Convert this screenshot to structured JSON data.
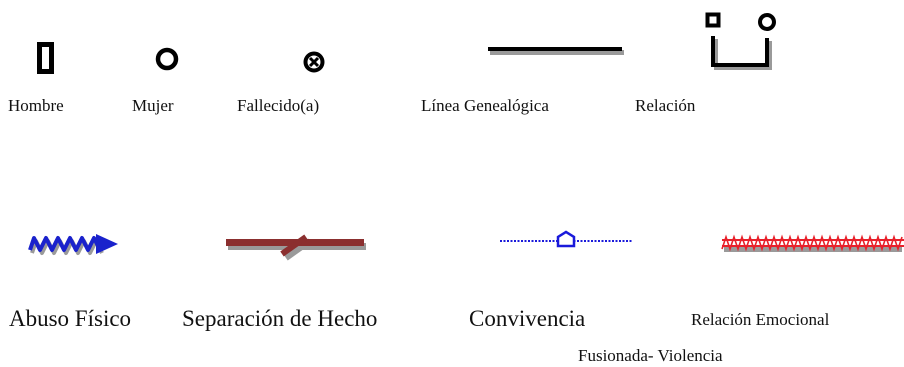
{
  "legend": {
    "row1": [
      {
        "id": "male",
        "label": "Hombre",
        "icon": "square-icon"
      },
      {
        "id": "female",
        "label": "Mujer",
        "icon": "circle-icon"
      },
      {
        "id": "deceased",
        "label": "Fallecido(a)",
        "icon": "crossed-circle-icon"
      },
      {
        "id": "lineage",
        "label": "Línea Genealógica",
        "icon": "line-icon"
      },
      {
        "id": "relation",
        "label": "Relación",
        "icon": "relationship-connector-icon"
      }
    ],
    "row2": [
      {
        "id": "physical-abuse",
        "label": "Abuso Físico",
        "icon": "zigzag-arrow-icon"
      },
      {
        "id": "separation",
        "label": "Separación de Hecho",
        "icon": "separation-line-icon"
      },
      {
        "id": "cohabitation",
        "label": "Convivencia",
        "icon": "cohabitation-line-icon"
      },
      {
        "id": "emotional-relation",
        "label": "Relación Emocional",
        "label2": "Fusionada- Violencia",
        "icon": "fused-violence-line-icon"
      }
    ]
  },
  "colors": {
    "black": "#000000",
    "shadow": "#9a9a9a",
    "abuse_blue": "#1a22cc",
    "separation_red": "#8b2f2f",
    "cohabitation_blue": "#1a1adb",
    "violence_red": "#e8202a"
  }
}
